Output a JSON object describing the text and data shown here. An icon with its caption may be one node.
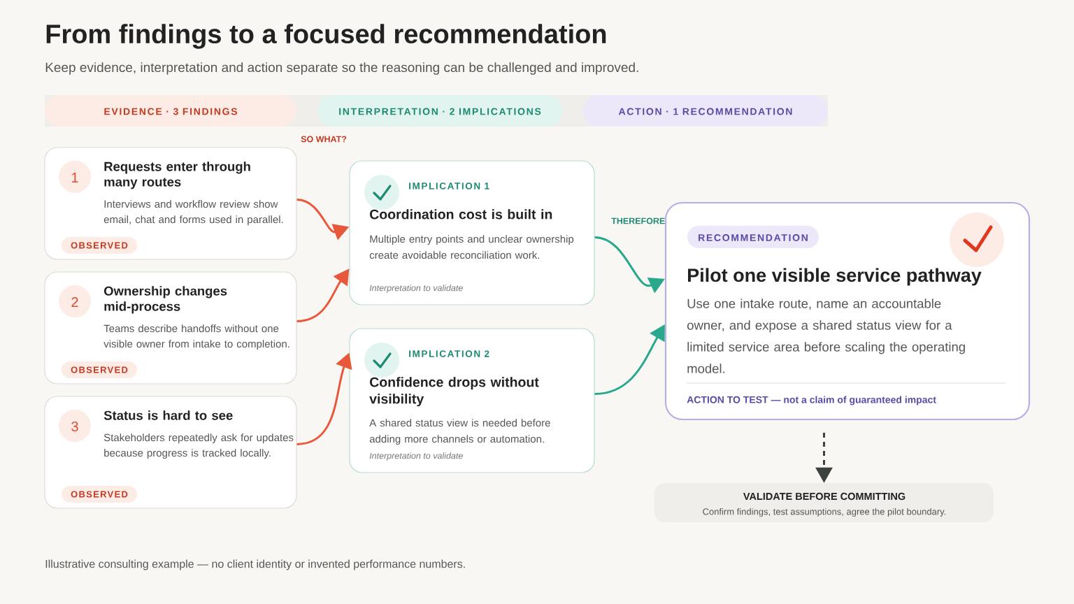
{
  "diagram": {
    "title": "From findings to a focused recommendation",
    "caption": "Illustrative consulting example — no client identity or invented performance numbers.",
    "nodes": [
      {
        "text": [
          "EVIDENCE · 3 FINDINGS"
        ]
      },
      {
        "text": [
          "INTERPRETATION · 2 IMPLICATIONS"
        ]
      },
      {
        "text": [
          "ACTION · 1 RECOMMENDATION"
        ]
      },
      {
        "text": [
          "1",
          "Requests enter through many routes",
          "Interviews and workflow review show email, chat and forms used in parallel.",
          "OBSERVED"
        ]
      },
      {
        "text": [
          "2",
          "Ownership changes mid-process",
          "Teams describe handoffs without one visible owner from intake to completion.",
          "OBSERVED"
        ]
      },
      {
        "text": [
          "3",
          "Status is hard to see",
          "Stakeholders repeatedly ask for updates because progress is tracked locally.",
          "OBSERVED"
        ]
      },
      {
        "text": [
          "IMPLICATION 1",
          "Coordination cost is built in",
          "Multiple entry points and unclear ownership create avoidable reconciliation work.",
          "Interpretation to validate"
        ]
      },
      {
        "text": [
          "IMPLICATION 2",
          "Confidence drops without visibility",
          "A shared status view is needed before adding more channels or automation.",
          "Interpretation to validate"
        ]
      },
      {
        "text": [
          "RECOMMENDATION",
          "Pilot one visible service pathway",
          "Use one intake route, name an accountable owner, and expose a shared status view for a limited service area before scaling the operating model.",
          "ACTION TO TEST — not a claim of guaranteed impact"
        ]
      },
      {
        "text": [
          "VALIDATE BEFORE COMMITTING",
          "Confirm findings, test assumptions, agree the pilot boundary."
        ]
      }
    ],
    "edges": [
      {
        "from": 3,
        "to": 6,
        "arrow": "to"
      },
      {
        "from": 4,
        "to": 6,
        "arrow": "to"
      },
      {
        "from": 5,
        "to": 7,
        "arrow": "to"
      },
      {
        "from": 6,
        "to": 8,
        "arrow": "to",
        "color": "#2aa88c"
      },
      {
        "from": 7,
        "to": 8,
        "arrow": "to",
        "color": "#2aa88c"
      },
      {
        "from": 8,
        "to": 9,
        "arrow": "to",
        "style": "dashed",
        "color": "#3d4240"
      }
    ],
    "labels": [
      "Keep evidence, interpretation and action separate so the reasoning can be challenged and improved.",
      "SO WHAT?",
      "THEREFORE"
    ]
  }
}
